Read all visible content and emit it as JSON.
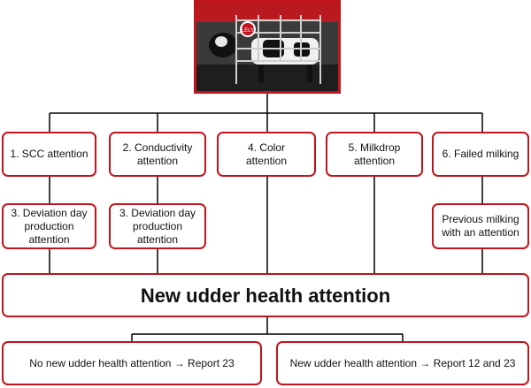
{
  "photo": {
    "badge_text": "LELY"
  },
  "level1": [
    {
      "label_lines": [
        "1. SCC attention"
      ]
    },
    {
      "label_lines": [
        "2. Conductivity",
        "attention"
      ]
    },
    {
      "label_lines": [
        "4. Color",
        "attention"
      ]
    },
    {
      "label_lines": [
        "5. Milkdrop",
        "attention"
      ]
    },
    {
      "label_lines": [
        "6. Failed milking"
      ]
    }
  ],
  "level2": [
    {
      "label_lines": [
        "3. Deviation day",
        "production",
        "attention"
      ]
    },
    {
      "label_lines": [
        "3. Deviation day",
        "production",
        "attention"
      ]
    },
    {
      "label_lines": [
        "Previous milking",
        "with an attention"
      ]
    }
  ],
  "main_box": {
    "label": "New udder health attention"
  },
  "outcomes": [
    {
      "label": "No new udder health attention → Report 23"
    },
    {
      "label": "New udder health attention → Report 12 and 23"
    }
  ],
  "colors": {
    "accent": "#c0141e",
    "line": "#000000"
  }
}
